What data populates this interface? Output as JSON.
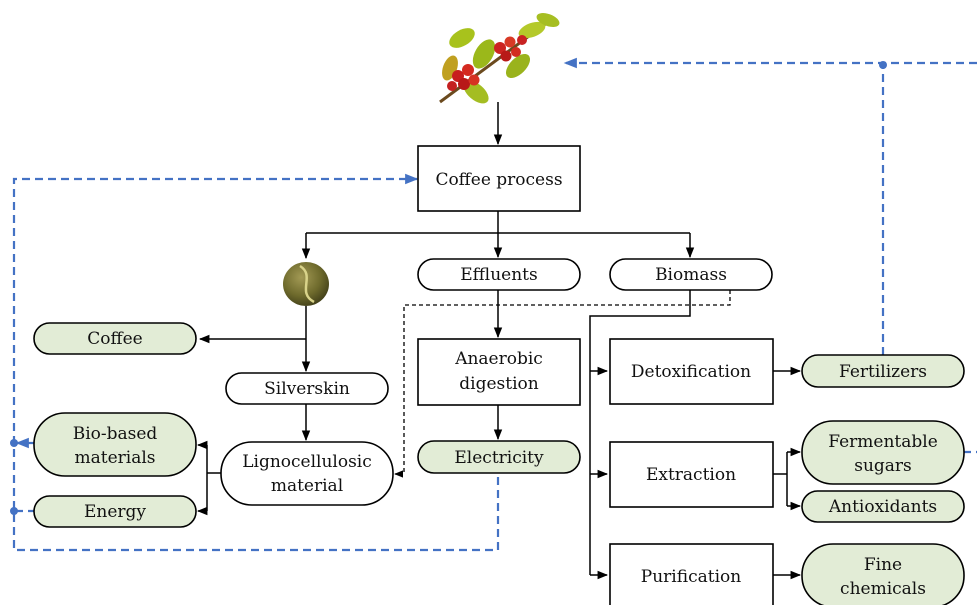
{
  "nodes": {
    "coffee_process": "Coffee process",
    "effluents": "Effluents",
    "biomass": "Biomass",
    "coffee": "Coffee",
    "silverskin": "Silverskin",
    "lignocellulosic_1": "Lignocellulosic",
    "lignocellulosic_2": "material",
    "anaerobic_1": "Anaerobic",
    "anaerobic_2": "digestion",
    "electricity": "Electricity",
    "bio_based_1": "Bio-based",
    "bio_based_2": "materials",
    "energy": "Energy",
    "detoxification": "Detoxification",
    "fertilizers": "Fertilizers",
    "extraction": "Extraction",
    "fermentable_1": "Fermentable",
    "fermentable_2": "sugars",
    "antioxidants": "Antioxidants",
    "purification": "Purification",
    "fine_chemicals_1": "Fine",
    "fine_chemicals_2": "chemicals"
  },
  "icons": [
    "coffee-branch-icon",
    "coffee-bean-icon"
  ],
  "colors": {
    "product_fill": "#e2ecd6",
    "recycle_dash": "#4472c4",
    "stroke": "#000000"
  }
}
